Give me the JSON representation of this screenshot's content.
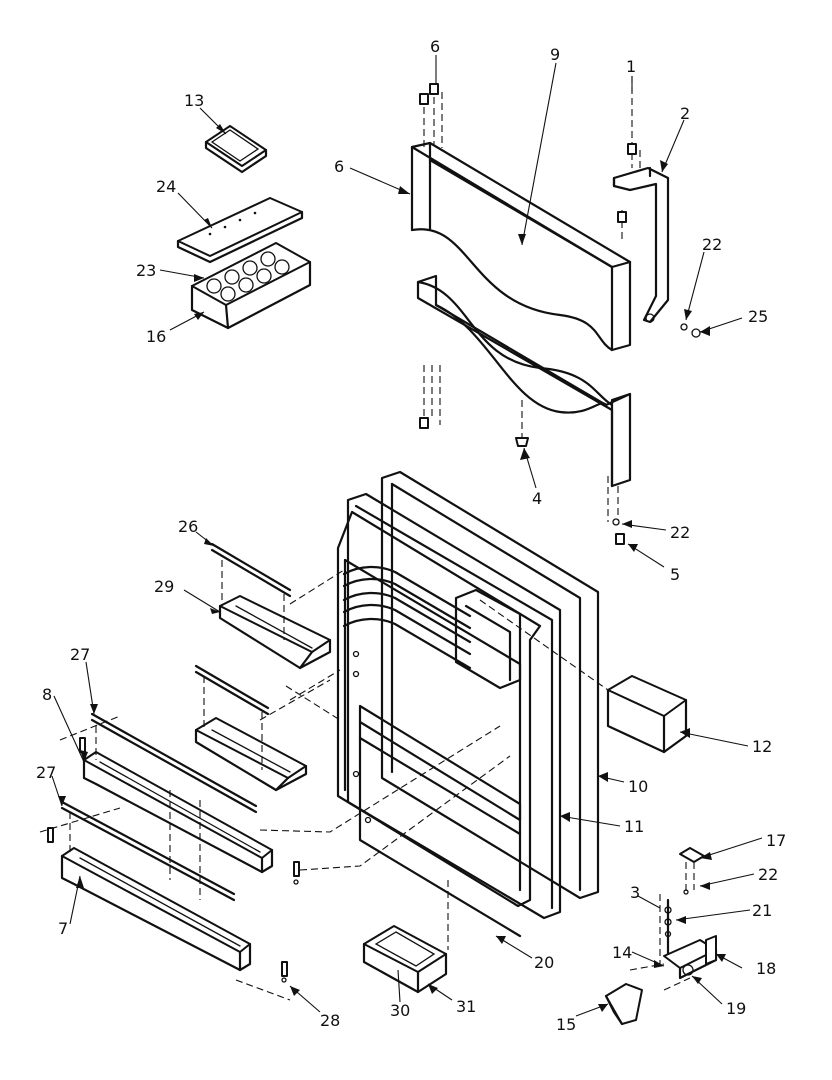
{
  "diagram": {
    "type": "exploded-parts-diagram",
    "labels": [
      {
        "id": "c1",
        "text": "1"
      },
      {
        "id": "c2",
        "text": "2"
      },
      {
        "id": "c3",
        "text": "3"
      },
      {
        "id": "c4",
        "text": "4"
      },
      {
        "id": "c5",
        "text": "5"
      },
      {
        "id": "c6a",
        "text": "6"
      },
      {
        "id": "c6b",
        "text": "6"
      },
      {
        "id": "c7",
        "text": "7"
      },
      {
        "id": "c8",
        "text": "8"
      },
      {
        "id": "c9",
        "text": "9"
      },
      {
        "id": "c10",
        "text": "10"
      },
      {
        "id": "c11",
        "text": "11"
      },
      {
        "id": "c12",
        "text": "12"
      },
      {
        "id": "c13",
        "text": "13"
      },
      {
        "id": "c14",
        "text": "14"
      },
      {
        "id": "c15",
        "text": "15"
      },
      {
        "id": "c16",
        "text": "16"
      },
      {
        "id": "c17",
        "text": "17"
      },
      {
        "id": "c18",
        "text": "18"
      },
      {
        "id": "c19",
        "text": "19"
      },
      {
        "id": "c20",
        "text": "20"
      },
      {
        "id": "c21",
        "text": "21"
      },
      {
        "id": "c22a",
        "text": "22"
      },
      {
        "id": "c22b",
        "text": "22"
      },
      {
        "id": "c22c",
        "text": "22"
      },
      {
        "id": "c23",
        "text": "23"
      },
      {
        "id": "c24",
        "text": "24"
      },
      {
        "id": "c25",
        "text": "25"
      },
      {
        "id": "c26",
        "text": "26"
      },
      {
        "id": "c27a",
        "text": "27"
      },
      {
        "id": "c27b",
        "text": "27"
      },
      {
        "id": "c28",
        "text": "28"
      },
      {
        "id": "c29",
        "text": "29"
      },
      {
        "id": "c30",
        "text": "30"
      },
      {
        "id": "c31",
        "text": "31"
      }
    ]
  }
}
